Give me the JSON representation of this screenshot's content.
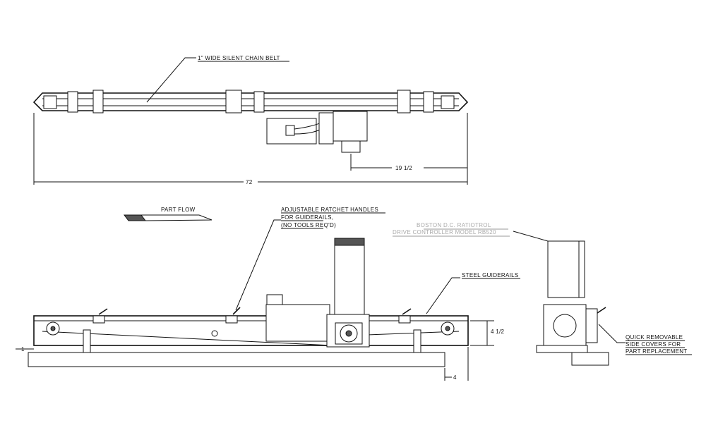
{
  "drawing": {
    "top_view": {
      "belt_label": "1\" WIDE SILENT CHAIN BELT",
      "dim_overall": "72",
      "dim_drive": "19 1/2"
    },
    "side_view": {
      "part_flow_label": "PART FLOW",
      "ratchet_label": [
        "ADJUSTABLE RATCHET HANDLES",
        "FOR GUIDERAILS,",
        "(NO TOOLS REQ'D)"
      ],
      "guiderails_label": "STEEL GUIDERAILS",
      "dim_height": "4 1/2",
      "dim_left": "1",
      "dim_right": "4"
    },
    "end_view": {
      "controller_label": [
        "BOSTON D.C. RATIOTROL",
        "DRIVE CONTROLLER MODEL RB520"
      ],
      "covers_label": [
        "QUICK REMOVABLE",
        "SIDE COVERS FOR",
        "PART REPLACEMENT"
      ]
    }
  }
}
